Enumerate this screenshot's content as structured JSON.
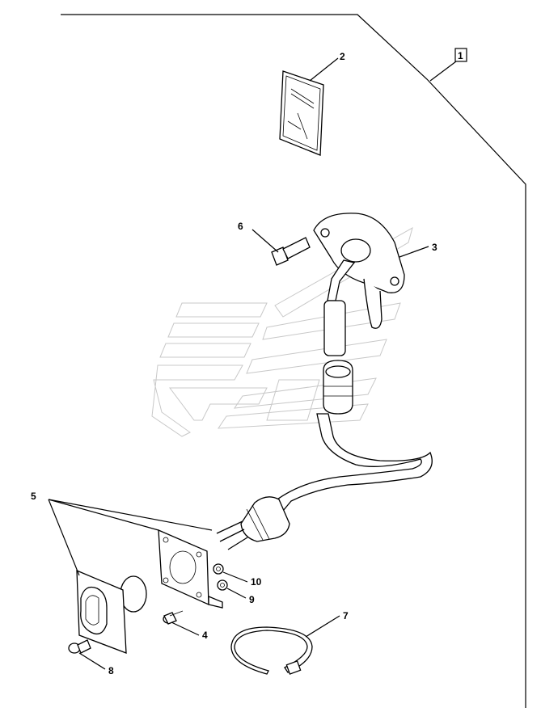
{
  "diagram": {
    "group_callout": "1",
    "callouts": {
      "c2": "2",
      "c3": "3",
      "c4": "4",
      "c5": "5",
      "c6": "6",
      "c7": "7",
      "c8": "8",
      "c9": "9",
      "c10": "10"
    }
  }
}
